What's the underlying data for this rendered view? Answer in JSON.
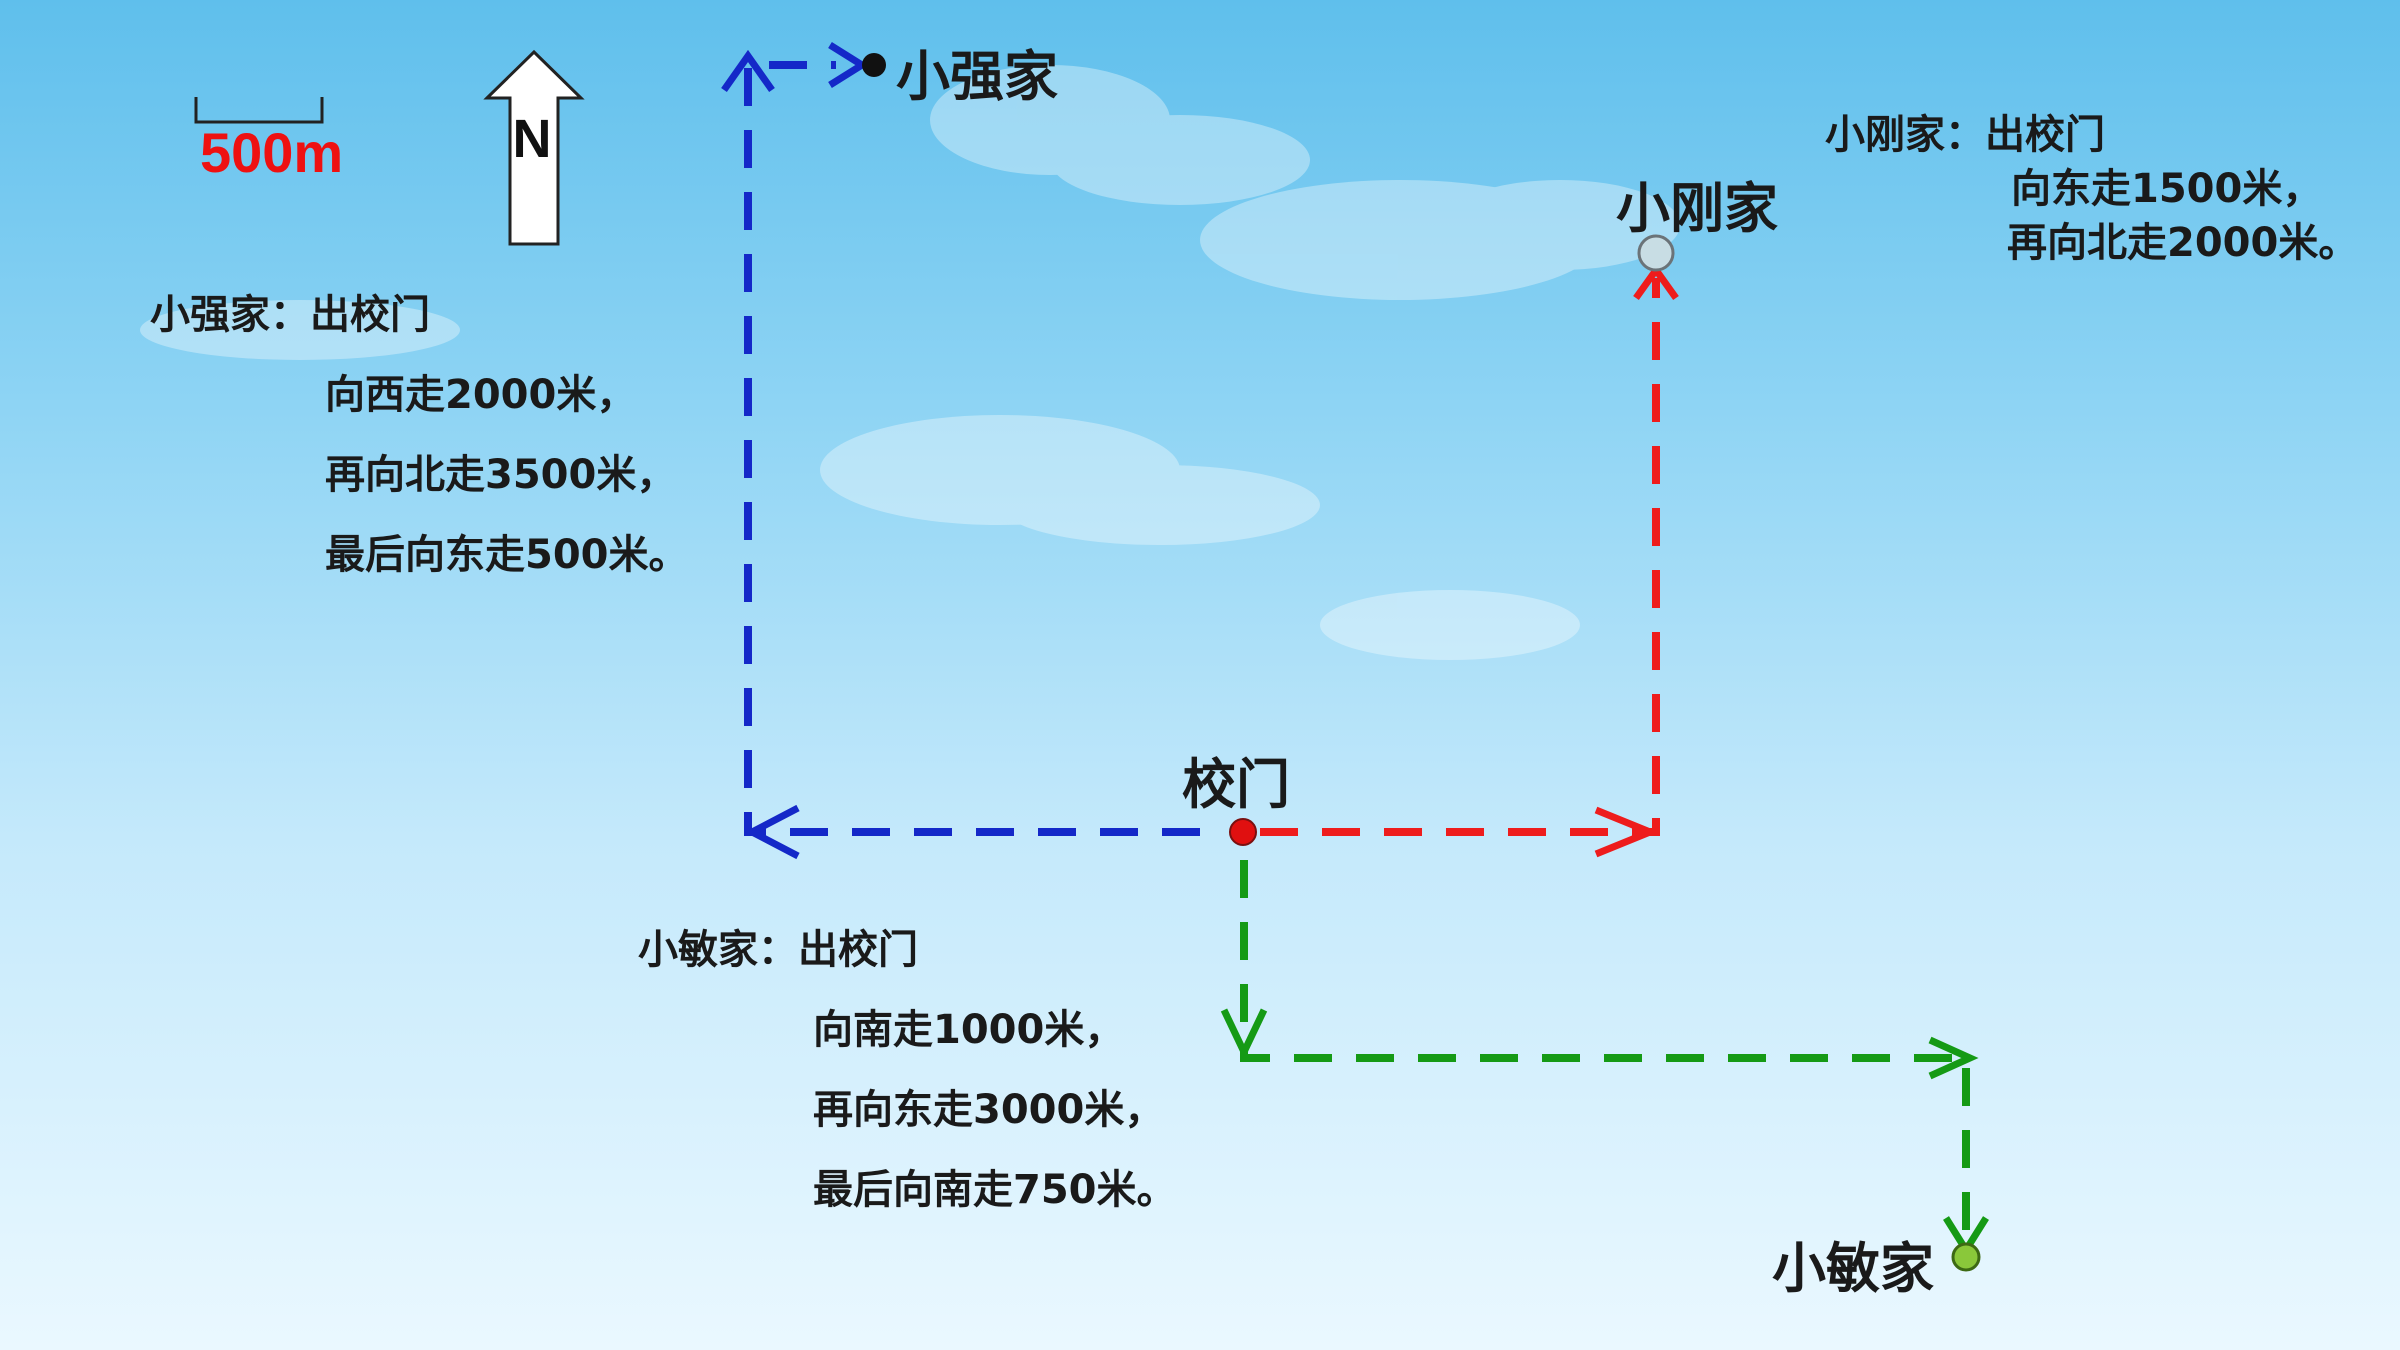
{
  "scale": {
    "label": "500m"
  },
  "compass": {
    "letter": "N"
  },
  "places": {
    "school_gate": "校门",
    "xiaoqiang_home": "小强家",
    "xiaogang_home": "小刚家",
    "xiaomin_home": "小敏家"
  },
  "routes": {
    "xiaoqiang": {
      "title": "小强家：出校门",
      "steps": [
        "向西走2000米，",
        "再向北走3500米，",
        "最后向东走500米。"
      ],
      "color": "#1428c8"
    },
    "xiaogang": {
      "title": "小刚家：出校门",
      "steps": [
        "向东走1500米，",
        "再向北走2000米。"
      ],
      "color": "#ee1c1c"
    },
    "xiaomin": {
      "title": "小敏家：出校门",
      "steps": [
        "向南走1000米，",
        "再向东走3000米，",
        "最后向南走750米。"
      ],
      "color": "#159a15"
    }
  },
  "colors": {
    "sky_top": "#5fbfec",
    "sky_bottom": "#eaf8ff",
    "scale_text": "#ee1111",
    "gate_dot": "#e01010",
    "xiaoqiang_dot": "#111111",
    "xiaogang_dot": "#c8dde4",
    "xiaomin_dot": "#8ac83a"
  }
}
